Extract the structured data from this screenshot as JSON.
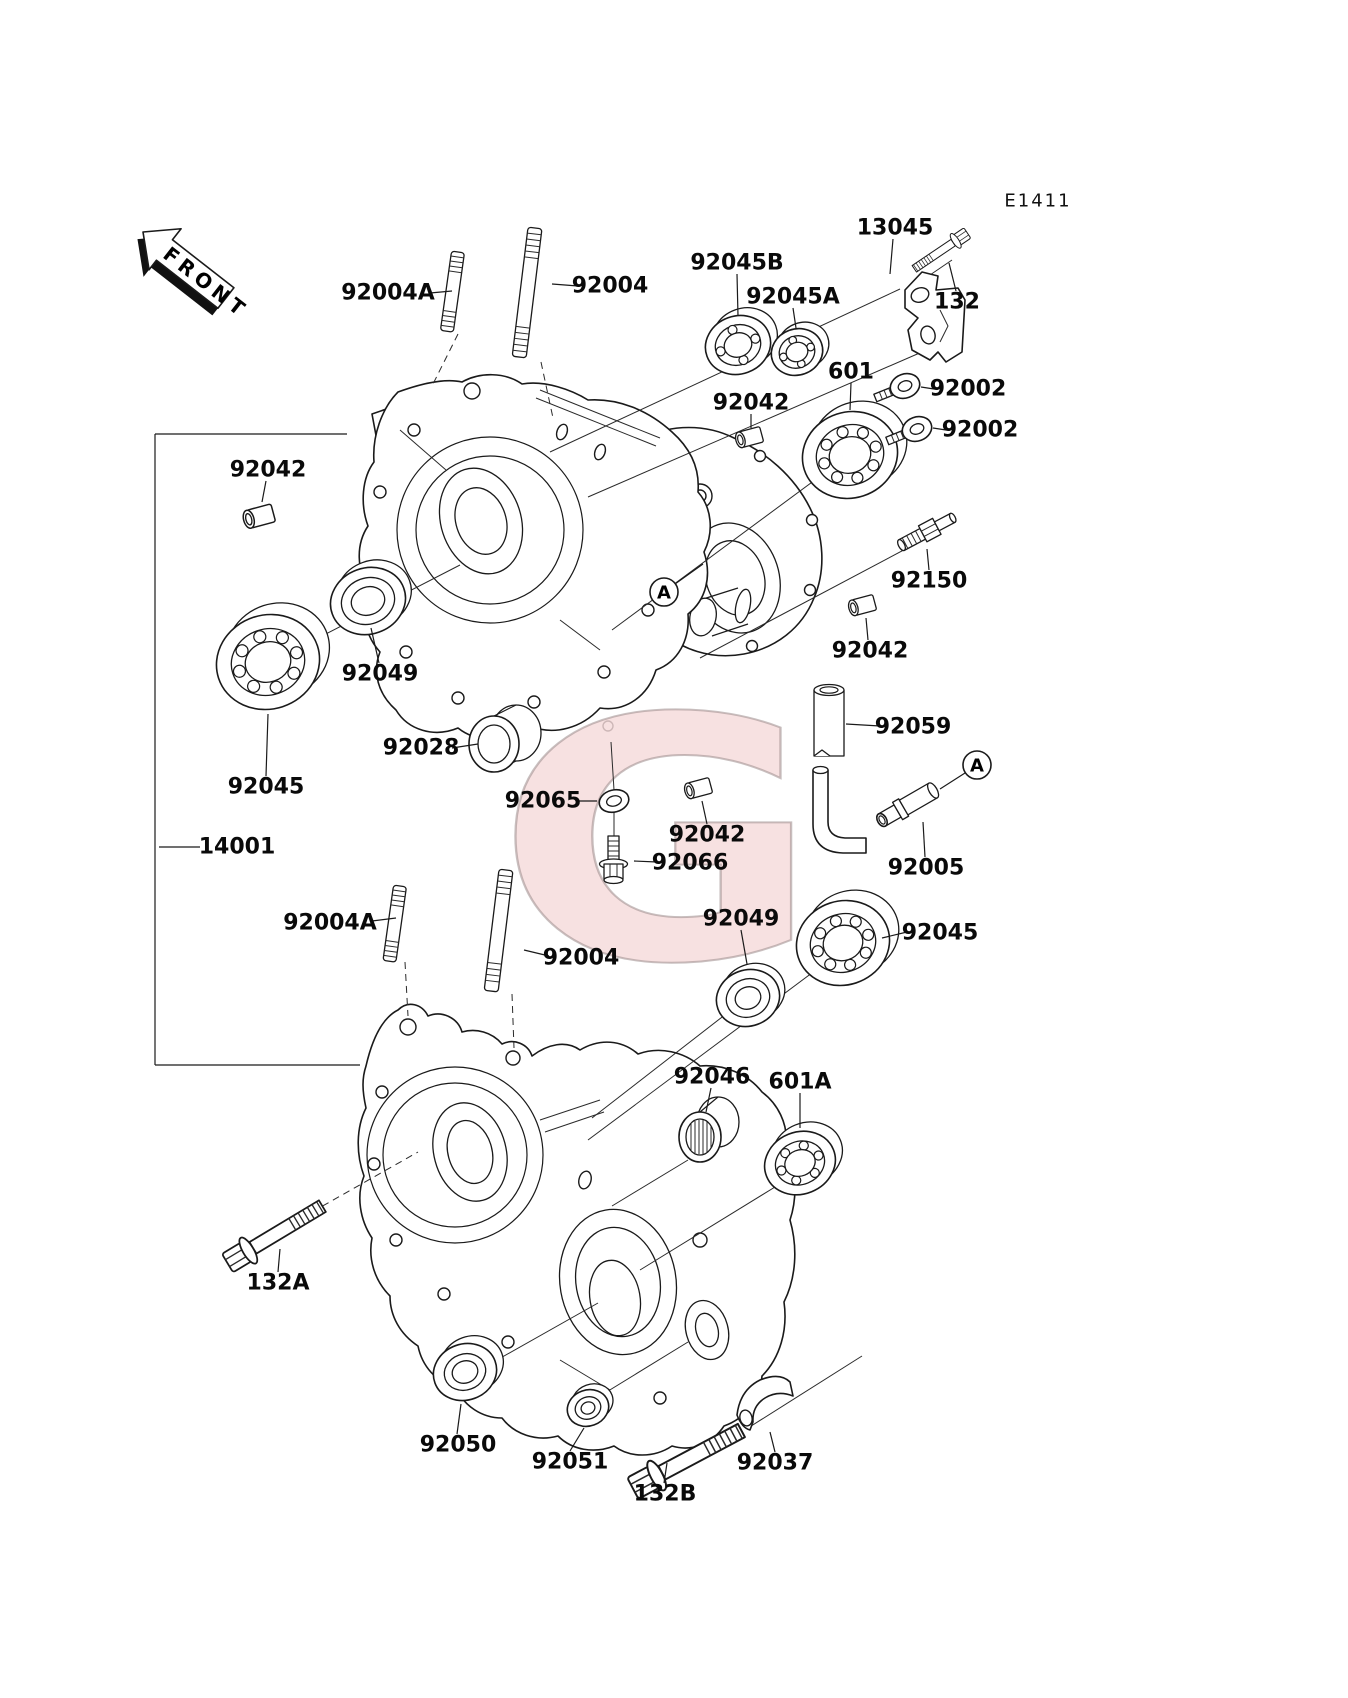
{
  "page": {
    "background": "#ffffff",
    "line_color": "#1a1a1a",
    "diagram_code": "E1411",
    "front_arrow_text": "FRONT",
    "watermark_letter": "G",
    "watermark_fill": "#f5dbdb"
  },
  "callouts": [
    {
      "letter": "A"
    },
    {
      "letter": "A"
    }
  ],
  "part_labels": [
    {
      "text": "92004A"
    },
    {
      "text": "92004"
    },
    {
      "text": "92045B"
    },
    {
      "text": "92045A"
    },
    {
      "text": "13045"
    },
    {
      "text": "132"
    },
    {
      "text": "601"
    },
    {
      "text": "92002"
    },
    {
      "text": "92002"
    },
    {
      "text": "92042"
    },
    {
      "text": "92042"
    },
    {
      "text": "92049"
    },
    {
      "text": "92028"
    },
    {
      "text": "92045"
    },
    {
      "text": "14001"
    },
    {
      "text": "92065"
    },
    {
      "text": "92042"
    },
    {
      "text": "92066"
    },
    {
      "text": "92049"
    },
    {
      "text": "92004"
    },
    {
      "text": "92004A"
    },
    {
      "text": "92150"
    },
    {
      "text": "92042"
    },
    {
      "text": "92059"
    },
    {
      "text": "92005"
    },
    {
      "text": "92045"
    },
    {
      "text": "92046"
    },
    {
      "text": "601A"
    },
    {
      "text": "132A"
    },
    {
      "text": "92050"
    },
    {
      "text": "92051"
    },
    {
      "text": "132B"
    },
    {
      "text": "92037"
    }
  ]
}
